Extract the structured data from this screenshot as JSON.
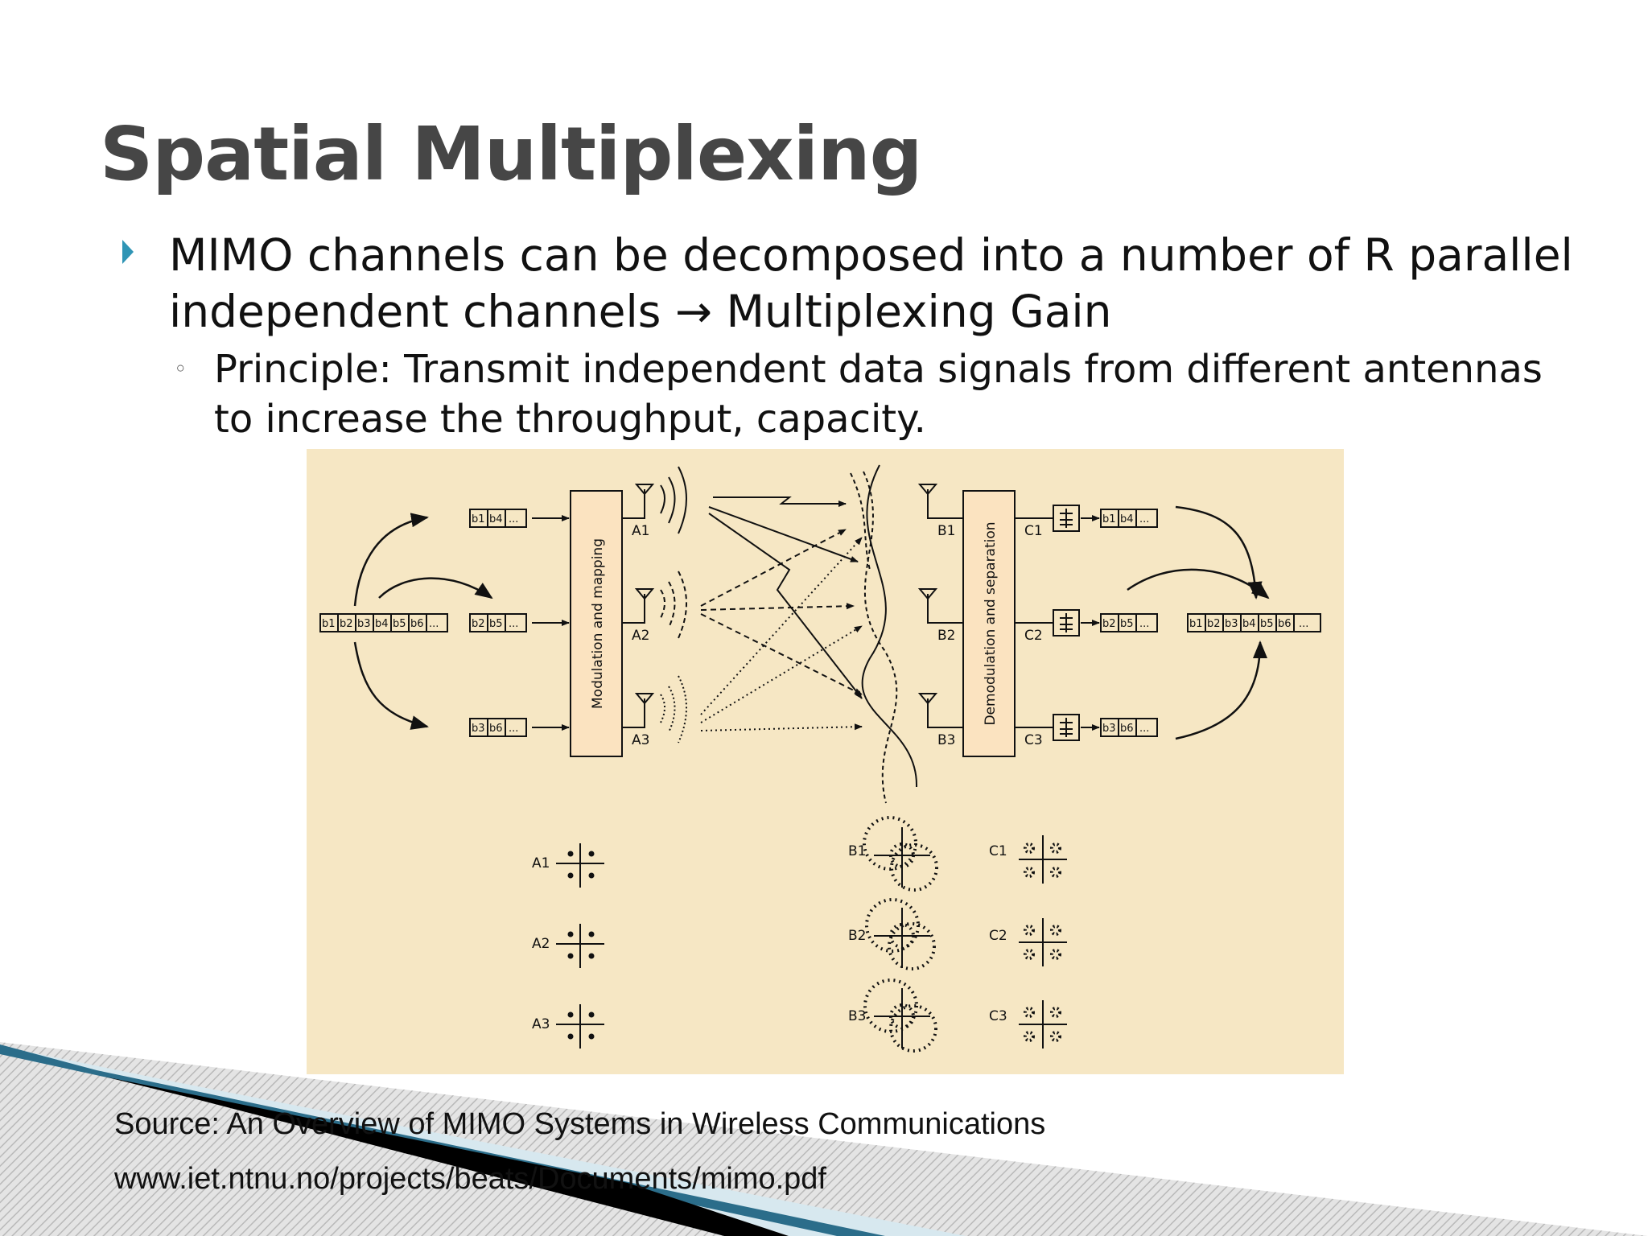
{
  "slide": {
    "title": "Spatial Multiplexing",
    "bullet_1": "MIMO channels can be decomposed into a number of R parallel independent channels → Multiplexing Gain",
    "bullet_2": "Principle: Transmit independent data signals from different antennas to increase the throughput, capacity.",
    "source": "Source: An Overview of MIMO Systems in Wireless Communications",
    "url": "www.iet.ntnu.no/projects/beats/Documents/mimo.pdf"
  },
  "figure": {
    "input_stream": [
      "b1",
      "b2",
      "b3",
      "b4",
      "b5",
      "b6",
      "..."
    ],
    "tx_streams": [
      [
        "b1",
        "b4",
        "..."
      ],
      [
        "b2",
        "b5",
        "..."
      ],
      [
        "b3",
        "b6",
        "..."
      ]
    ],
    "modulation_label": "Modulation and mapping",
    "demodulation_label": "Demodulation and separation",
    "tx_antennas": [
      "A1",
      "A2",
      "A3"
    ],
    "rx_antennas": [
      "B1",
      "B2",
      "B3"
    ],
    "outputs": [
      "C1",
      "C2",
      "C3"
    ],
    "rx_streams": [
      [
        "b1",
        "b4",
        "..."
      ],
      [
        "b2",
        "b5",
        "..."
      ],
      [
        "b3",
        "b6",
        "..."
      ]
    ],
    "output_stream": [
      "b1",
      "b2",
      "b3",
      "b4",
      "b5",
      "b6",
      "..."
    ],
    "colors": {
      "figure_bg": "#f6e7c4",
      "block_fill": "#fbe3c0",
      "accent": "#2f95b5"
    }
  }
}
